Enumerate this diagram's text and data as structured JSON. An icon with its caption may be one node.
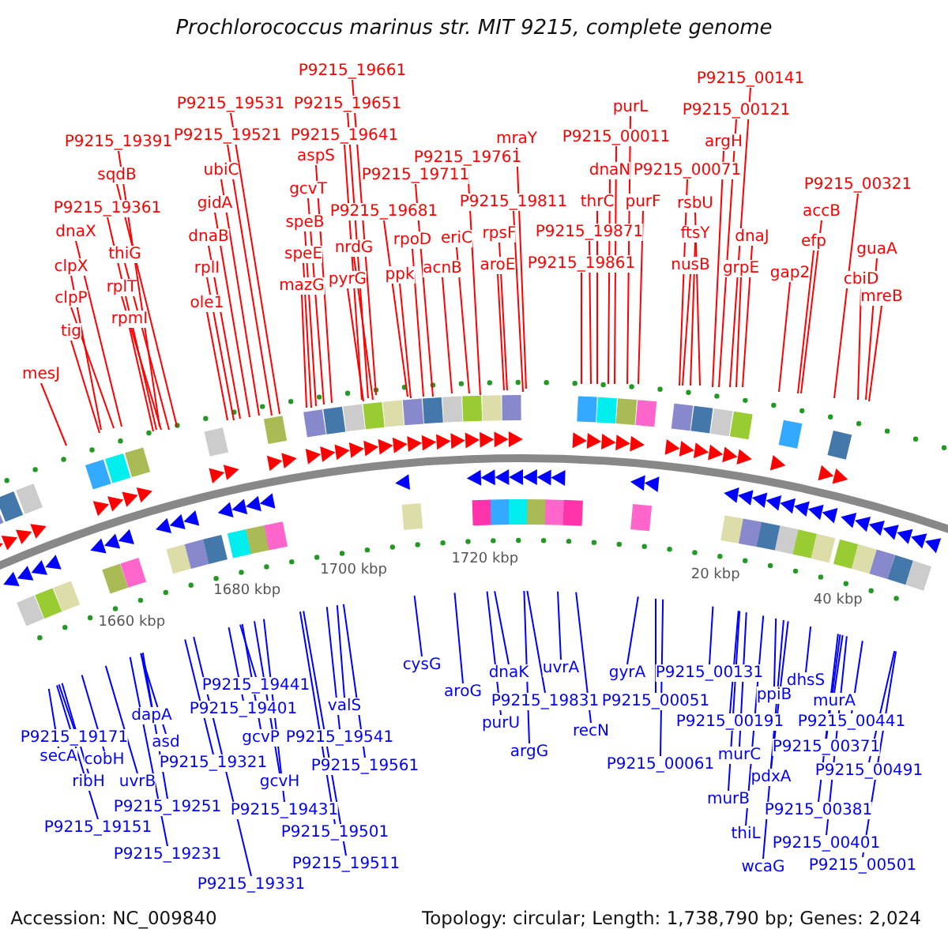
{
  "diagram": {
    "title": "Prochlorococcus marinus str. MIT 9215, complete genome",
    "nodes": [
      {
        "text": [
          "P9215_19531"
        ]
      },
      {
        "text": [
          "P9215_19521"
        ]
      },
      {
        "text": [
          "P9215_19391"
        ]
      },
      {
        "text": [
          "sqdB"
        ]
      },
      {
        "text": [
          "ubiC"
        ]
      },
      {
        "text": [
          "gidA"
        ]
      },
      {
        "text": [
          "P9215_19361"
        ]
      },
      {
        "text": [
          "dnaX"
        ]
      },
      {
        "text": [
          "dnaB"
        ]
      },
      {
        "text": [
          "thiG"
        ]
      },
      {
        "text": [
          "clpX"
        ]
      },
      {
        "text": [
          "rplI"
        ]
      },
      {
        "text": [
          "rplT"
        ]
      },
      {
        "text": [
          "clpP"
        ]
      },
      {
        "text": [
          "ole1"
        ]
      },
      {
        "text": [
          "rpmI"
        ]
      },
      {
        "text": [
          "tig"
        ]
      },
      {
        "text": [
          "mesJ"
        ]
      },
      {
        "text": [
          "P9215_19661"
        ]
      },
      {
        "text": [
          "P9215_19651"
        ]
      },
      {
        "text": [
          "P9215_19641"
        ]
      },
      {
        "text": [
          "aspS"
        ]
      },
      {
        "text": [
          "gcvT"
        ]
      },
      {
        "text": [
          "P9215_19761"
        ]
      },
      {
        "text": [
          "mraY"
        ]
      },
      {
        "text": [
          "P9215_19711"
        ]
      },
      {
        "text": [
          "P9215_19811"
        ]
      },
      {
        "text": [
          "P9215_19681"
        ]
      },
      {
        "text": [
          "speB"
        ]
      },
      {
        "text": [
          "rpoD"
        ]
      },
      {
        "text": [
          "eriC"
        ]
      },
      {
        "text": [
          "rpsF"
        ]
      },
      {
        "text": [
          "speE"
        ]
      },
      {
        "text": [
          "nrdG"
        ]
      },
      {
        "text": [
          "aroE"
        ]
      },
      {
        "text": [
          "acnB"
        ]
      },
      {
        "text": [
          "ppk"
        ]
      },
      {
        "text": [
          "pyrG"
        ]
      },
      {
        "text": [
          "mazG"
        ]
      },
      {
        "text": [
          "P9215_00141"
        ]
      },
      {
        "text": [
          "P9215_00121"
        ]
      },
      {
        "text": [
          "purL"
        ]
      },
      {
        "text": [
          "P9215_00011"
        ]
      },
      {
        "text": [
          "argH"
        ]
      },
      {
        "text": [
          "dnaN"
        ]
      },
      {
        "text": [
          "P9215_00071"
        ]
      },
      {
        "text": [
          "P9215_00321"
        ]
      },
      {
        "text": [
          "rsbU"
        ]
      },
      {
        "text": [
          "thrC"
        ]
      },
      {
        "text": [
          "purF"
        ]
      },
      {
        "text": [
          "P9215_19871"
        ]
      },
      {
        "text": [
          "ftsY"
        ]
      },
      {
        "text": [
          "accB"
        ]
      },
      {
        "text": [
          "dnaJ"
        ]
      },
      {
        "text": [
          "efp"
        ]
      },
      {
        "text": [
          "P9215_19861"
        ]
      },
      {
        "text": [
          "nusB"
        ]
      },
      {
        "text": [
          "grpE"
        ]
      },
      {
        "text": [
          "gap2"
        ]
      },
      {
        "text": [
          "guaA"
        ]
      },
      {
        "text": [
          "cbiD"
        ]
      },
      {
        "text": [
          "mreB"
        ]
      },
      {
        "text": [
          "P9215_19441"
        ]
      },
      {
        "text": [
          "P9215_19401"
        ]
      },
      {
        "text": [
          "dapA"
        ]
      },
      {
        "text": [
          "asd"
        ]
      },
      {
        "text": [
          "P9215_19171"
        ]
      },
      {
        "text": [
          "P9215_19321"
        ]
      },
      {
        "text": [
          "gcvP"
        ]
      },
      {
        "text": [
          "secA"
        ]
      },
      {
        "text": [
          "cobH"
        ]
      },
      {
        "text": [
          "ribH"
        ]
      },
      {
        "text": [
          "uvrB"
        ]
      },
      {
        "text": [
          "gcvH"
        ]
      },
      {
        "text": [
          "P9215_19251"
        ]
      },
      {
        "text": [
          "P9215_19151"
        ]
      },
      {
        "text": [
          "P9215_19431"
        ]
      },
      {
        "text": [
          "P9215_19231"
        ]
      },
      {
        "text": [
          "P9215_19331"
        ]
      },
      {
        "text": [
          "P9215_19541"
        ]
      },
      {
        "text": [
          "valS"
        ]
      },
      {
        "text": [
          "P9215_19561"
        ]
      },
      {
        "text": [
          "P9215_19501"
        ]
      },
      {
        "text": [
          "P9215_19511"
        ]
      },
      {
        "text": [
          "cysG"
        ]
      },
      {
        "text": [
          "aroG"
        ]
      },
      {
        "text": [
          "dnaK"
        ]
      },
      {
        "text": [
          "uvrA"
        ]
      },
      {
        "text": [
          "purU"
        ]
      },
      {
        "text": [
          "P9215_19831"
        ]
      },
      {
        "text": [
          "argG"
        ]
      },
      {
        "text": [
          "recN"
        ]
      },
      {
        "text": [
          "gyrA"
        ]
      },
      {
        "text": [
          "P9215_00131"
        ]
      },
      {
        "text": [
          "P9215_00051"
        ]
      },
      {
        "text": [
          "P9215_00061"
        ]
      },
      {
        "text": [
          "dhsS"
        ]
      },
      {
        "text": [
          "ppiB"
        ]
      },
      {
        "text": [
          "murA"
        ]
      },
      {
        "text": [
          "P9215_00191"
        ]
      },
      {
        "text": [
          "P9215_00441"
        ]
      },
      {
        "text": [
          "murC"
        ]
      },
      {
        "text": [
          "P9215_00371"
        ]
      },
      {
        "text": [
          "pdxA"
        ]
      },
      {
        "text": [
          "P9215_00491"
        ]
      },
      {
        "text": [
          "murB"
        ]
      },
      {
        "text": [
          "P9215_00381"
        ]
      },
      {
        "text": [
          "thiL"
        ]
      },
      {
        "text": [
          "P9215_00401"
        ]
      },
      {
        "text": [
          "wcaG"
        ]
      },
      {
        "text": [
          "P9215_00501"
        ]
      }
    ],
    "edges": [
      {
        "from": 0,
        "to": null,
        "arrow": "none"
      },
      {
        "from": 1,
        "to": null,
        "arrow": "none"
      },
      {
        "from": 2,
        "to": null,
        "arrow": "none"
      },
      {
        "from": 3,
        "to": null,
        "arrow": "none"
      },
      {
        "from": 4,
        "to": null,
        "arrow": "none"
      },
      {
        "from": 5,
        "to": null,
        "arrow": "none"
      },
      {
        "from": 6,
        "to": null,
        "arrow": "none"
      },
      {
        "from": 7,
        "to": null,
        "arrow": "none"
      },
      {
        "from": 8,
        "to": null,
        "arrow": "none"
      },
      {
        "from": 9,
        "to": null,
        "arrow": "none"
      },
      {
        "from": 10,
        "to": null,
        "arrow": "none"
      },
      {
        "from": 11,
        "to": null,
        "arrow": "none"
      },
      {
        "from": 12,
        "to": null,
        "arrow": "none"
      },
      {
        "from": 13,
        "to": null,
        "arrow": "none"
      },
      {
        "from": 14,
        "to": null,
        "arrow": "none"
      },
      {
        "from": 15,
        "to": null,
        "arrow": "none"
      },
      {
        "from": 16,
        "to": null,
        "arrow": "none"
      },
      {
        "from": 17,
        "to": null,
        "arrow": "none"
      },
      {
        "from": 18,
        "to": null,
        "arrow": "none"
      },
      {
        "from": 19,
        "to": null,
        "arrow": "none"
      },
      {
        "from": 20,
        "to": null,
        "arrow": "none"
      },
      {
        "from": 21,
        "to": null,
        "arrow": "none"
      },
      {
        "from": 22,
        "to": null,
        "arrow": "none"
      },
      {
        "from": 23,
        "to": null,
        "arrow": "none"
      },
      {
        "from": 24,
        "to": null,
        "arrow": "none"
      },
      {
        "from": 25,
        "to": null,
        "arrow": "none"
      },
      {
        "from": 26,
        "to": null,
        "arrow": "none"
      },
      {
        "from": 27,
        "to": null,
        "arrow": "none"
      },
      {
        "from": 28,
        "to": null,
        "arrow": "none"
      },
      {
        "from": 29,
        "to": null,
        "arrow": "none"
      },
      {
        "from": 30,
        "to": null,
        "arrow": "none"
      },
      {
        "from": 31,
        "to": null,
        "arrow": "none"
      },
      {
        "from": 32,
        "to": null,
        "arrow": "none"
      },
      {
        "from": 33,
        "to": null,
        "arrow": "none"
      },
      {
        "from": 34,
        "to": null,
        "arrow": "none"
      },
      {
        "from": 35,
        "to": null,
        "arrow": "none"
      },
      {
        "from": 36,
        "to": null,
        "arrow": "none"
      },
      {
        "from": 37,
        "to": null,
        "arrow": "none"
      },
      {
        "from": 38,
        "to": null,
        "arrow": "none"
      },
      {
        "from": 39,
        "to": null,
        "arrow": "none"
      },
      {
        "from": 40,
        "to": null,
        "arrow": "none"
      },
      {
        "from": 41,
        "to": null,
        "arrow": "none"
      },
      {
        "from": 42,
        "to": null,
        "arrow": "none"
      },
      {
        "from": 43,
        "to": null,
        "arrow": "none"
      },
      {
        "from": 44,
        "to": null,
        "arrow": "none"
      },
      {
        "from": 45,
        "to": null,
        "arrow": "none"
      },
      {
        "from": 46,
        "to": null,
        "arrow": "none"
      },
      {
        "from": 47,
        "to": null,
        "arrow": "none"
      },
      {
        "from": 48,
        "to": null,
        "arrow": "none"
      },
      {
        "from": 49,
        "to": null,
        "arrow": "none"
      },
      {
        "from": 50,
        "to": null,
        "arrow": "none"
      },
      {
        "from": 51,
        "to": null,
        "arrow": "none"
      },
      {
        "from": 52,
        "to": null,
        "arrow": "none"
      },
      {
        "from": 53,
        "to": null,
        "arrow": "none"
      },
      {
        "from": 54,
        "to": null,
        "arrow": "none"
      },
      {
        "from": 55,
        "to": null,
        "arrow": "none"
      },
      {
        "from": 56,
        "to": null,
        "arrow": "none"
      },
      {
        "from": 57,
        "to": null,
        "arrow": "none"
      },
      {
        "from": 58,
        "to": null,
        "arrow": "none"
      },
      {
        "from": 59,
        "to": null,
        "arrow": "none"
      },
      {
        "from": 60,
        "to": null,
        "arrow": "none"
      },
      {
        "from": 61,
        "to": null,
        "arrow": "none"
      },
      {
        "from": 62,
        "to": null,
        "arrow": "none",
        "color": "#0000ff"
      },
      {
        "from": 63,
        "to": null,
        "arrow": "none",
        "color": "#0000ff"
      },
      {
        "from": 64,
        "to": null,
        "arrow": "none",
        "color": "#0000ff"
      },
      {
        "from": 65,
        "to": null,
        "arrow": "none",
        "color": "#0000ff"
      },
      {
        "from": 66,
        "to": null,
        "arrow": "none",
        "color": "#0000ff"
      },
      {
        "from": 67,
        "to": null,
        "arrow": "none",
        "color": "#0000ff"
      },
      {
        "from": 68,
        "to": null,
        "arrow": "none",
        "color": "#0000ff"
      },
      {
        "from": 69,
        "to": null,
        "arrow": "none",
        "color": "#0000ff"
      },
      {
        "from": 70,
        "to": null,
        "arrow": "none",
        "color": "#0000ff"
      },
      {
        "from": 71,
        "to": null,
        "arrow": "none",
        "color": "#0000ff"
      },
      {
        "from": 72,
        "to": null,
        "arrow": "none",
        "color": "#0000ff"
      },
      {
        "from": 73,
        "to": null,
        "arrow": "none",
        "color": "#0000ff"
      },
      {
        "from": 74,
        "to": null,
        "arrow": "none",
        "color": "#0000ff"
      },
      {
        "from": 75,
        "to": null,
        "arrow": "none",
        "color": "#0000ff"
      },
      {
        "from": 76,
        "to": null,
        "arrow": "none",
        "color": "#0000ff"
      },
      {
        "from": 77,
        "to": null,
        "arrow": "none",
        "color": "#0000ff"
      },
      {
        "from": 78,
        "to": null,
        "arrow": "none",
        "color": "#0000ff"
      },
      {
        "from": 79,
        "to": null,
        "arrow": "none",
        "color": "#0000ff"
      },
      {
        "from": 80,
        "to": null,
        "arrow": "none",
        "color": "#0000ff"
      },
      {
        "from": 81,
        "to": null,
        "arrow": "none",
        "color": "#0000ff"
      },
      {
        "from": 82,
        "to": null,
        "arrow": "none",
        "color": "#0000ff"
      },
      {
        "from": 83,
        "to": null,
        "arrow": "none",
        "color": "#0000ff"
      },
      {
        "from": 84,
        "to": null,
        "arrow": "none",
        "color": "#0000ff"
      },
      {
        "from": 85,
        "to": null,
        "arrow": "none",
        "color": "#0000ff"
      },
      {
        "from": 86,
        "to": null,
        "arrow": "none",
        "color": "#0000ff"
      },
      {
        "from": 87,
        "to": null,
        "arrow": "none",
        "color": "#0000ff"
      },
      {
        "from": 88,
        "to": null,
        "arrow": "none",
        "color": "#0000ff"
      },
      {
        "from": 89,
        "to": null,
        "arrow": "none",
        "color": "#0000ff"
      },
      {
        "from": 90,
        "to": null,
        "arrow": "none",
        "color": "#0000ff"
      },
      {
        "from": 91,
        "to": null,
        "arrow": "none",
        "color": "#0000ff"
      },
      {
        "from": 92,
        "to": null,
        "arrow": "none",
        "color": "#0000ff"
      },
      {
        "from": 93,
        "to": null,
        "arrow": "none",
        "color": "#0000ff"
      },
      {
        "from": 94,
        "to": null,
        "arrow": "none",
        "color": "#0000ff"
      },
      {
        "from": 95,
        "to": null,
        "arrow": "none",
        "color": "#0000ff"
      },
      {
        "from": 96,
        "to": null,
        "arrow": "none",
        "color": "#0000ff"
      },
      {
        "from": 97,
        "to": null,
        "arrow": "none",
        "color": "#0000ff"
      },
      {
        "from": 98,
        "to": null,
        "arrow": "none",
        "color": "#0000ff"
      },
      {
        "from": 99,
        "to": null,
        "arrow": "none",
        "color": "#0000ff"
      },
      {
        "from": 100,
        "to": null,
        "arrow": "none",
        "color": "#0000ff"
      },
      {
        "from": 101,
        "to": null,
        "arrow": "none",
        "color": "#0000ff"
      },
      {
        "from": 102,
        "to": null,
        "arrow": "none",
        "color": "#0000ff"
      },
      {
        "from": 103,
        "to": null,
        "arrow": "none",
        "color": "#0000ff"
      },
      {
        "from": 104,
        "to": null,
        "arrow": "none",
        "color": "#0000ff"
      },
      {
        "from": 105,
        "to": null,
        "arrow": "none",
        "color": "#0000ff"
      },
      {
        "from": 106,
        "to": null,
        "arrow": "none",
        "color": "#0000ff"
      },
      {
        "from": 107,
        "to": null,
        "arrow": "none",
        "color": "#0000ff"
      },
      {
        "from": 108,
        "to": null,
        "arrow": "none",
        "color": "#0000ff"
      },
      {
        "from": 109,
        "to": null,
        "arrow": "none",
        "color": "#0000ff"
      },
      {
        "from": 110,
        "to": null,
        "arrow": "none",
        "color": "#0000ff"
      }
    ],
    "labels": [
      "1660 kbp",
      "1680 kbp",
      "1700 kbp",
      "1720 kbp",
      "20 kbp",
      "40 kbp",
      "Accession: NC_009840",
      "Topology: circular; Length: 1,738,790 bp; Genes: 2,024"
    ]
  }
}
